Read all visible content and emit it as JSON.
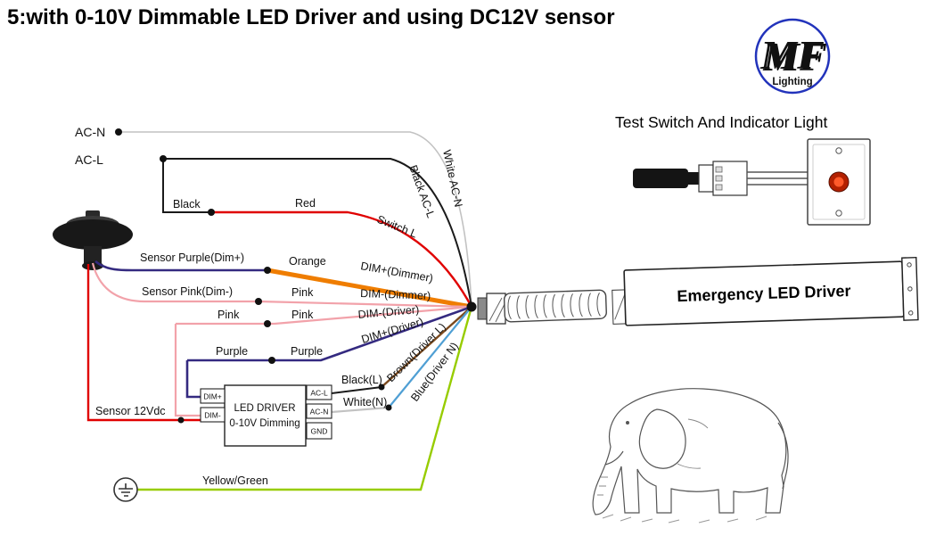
{
  "title": "5:with 0-10V Dimmable LED Driver and using  DC12V sensor",
  "logo": {
    "monogram": "MF",
    "subtitle": "Lighting"
  },
  "test_switch": {
    "label": "Test Switch And Indicator Light"
  },
  "emergency_driver": {
    "label": "Emergency LED Driver"
  },
  "led_driver_box": {
    "name": "LED DRIVER",
    "mode": "0-10V Dimming",
    "terminal_dim_plus": "DIM+",
    "terminal_dim_minus": "DIM-",
    "terminal_ac_l": "AC-L",
    "terminal_ac_n": "AC-N",
    "terminal_gnd": "GND"
  },
  "wire_labels": {
    "ac_n": "AC-N",
    "ac_l": "AC-L",
    "black": "Black",
    "red": "Red",
    "switch_l": "Switch L",
    "black_ac_l": "Black AC-L",
    "white_ac_n": "White  AC-N",
    "sensor_purple": "Sensor Purple(Dim+)",
    "orange": "Orange",
    "dim_plus_dimmer": "DIM+(Dimmer)",
    "sensor_pink": "Sensor Pink(Dim-)",
    "pink_a": "Pink",
    "dim_minus_dimmer": "DIM-(Dimmer)",
    "pink_b": "Pink",
    "pink_c": "Pink",
    "dim_minus_driver": "DIM-(Driver)",
    "purple_a": "Purple",
    "purple_b": "Purple",
    "dim_plus_driver": "DIM+(Driver)",
    "black_l": "Black(L)",
    "white_n": "White(N)",
    "brown_driver_l": "Brown(Driver L)",
    "blue_driver_n": "Blue(Driver N)",
    "sensor_12vdc": "Sensor 12Vdc",
    "yellow_green": "Yellow/Green"
  },
  "colors": {
    "red": "#e00000",
    "orange": "#ef7d00",
    "pink": "#f2a2aa",
    "purple": "#342a80",
    "brown": "#7b4a1e",
    "blue": "#4f9fd4",
    "yellow_green": "#97cc00",
    "white_wire": "#c2c2c2",
    "black_wire": "#1a1a1a",
    "logo_blue": "#2233bb",
    "logo_red": "#cc2222",
    "button_red": "#b32000",
    "button_red_center": "#ff5a2a"
  }
}
